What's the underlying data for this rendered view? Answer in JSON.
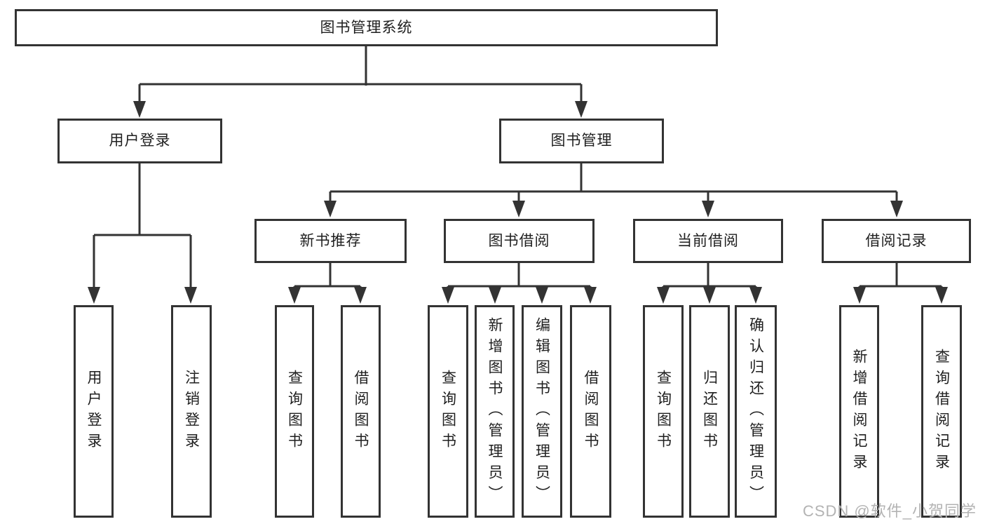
{
  "diagram": {
    "root": {
      "label": "图书管理系统",
      "children": [
        {
          "label": "用户登录",
          "children": [
            {
              "label": "用户登录"
            },
            {
              "label": "注销登录"
            }
          ]
        },
        {
          "label": "图书管理",
          "children": [
            {
              "label": "新书推荐",
              "children": [
                {
                  "label": "查询图书"
                },
                {
                  "label": "借阅图书"
                }
              ]
            },
            {
              "label": "图书借阅",
              "children": [
                {
                  "label": "查询图书"
                },
                {
                  "label": "新增图书（管理员）"
                },
                {
                  "label": "编辑图书（管理员）"
                },
                {
                  "label": "借阅图书"
                }
              ]
            },
            {
              "label": "当前借阅",
              "children": [
                {
                  "label": "查询图书"
                },
                {
                  "label": "归还图书"
                },
                {
                  "label": "确认归还（管理员）"
                }
              ]
            },
            {
              "label": "借阅记录",
              "children": [
                {
                  "label": "新增借阅记录"
                },
                {
                  "label": "查询借阅记录"
                }
              ]
            }
          ]
        }
      ]
    }
  },
  "watermark": "CSDN @软件_小贺同学",
  "colors": {
    "line": "#333333",
    "text": "#1f1f1f",
    "watermark": "#b3b3b3",
    "background": "#ffffff"
  }
}
